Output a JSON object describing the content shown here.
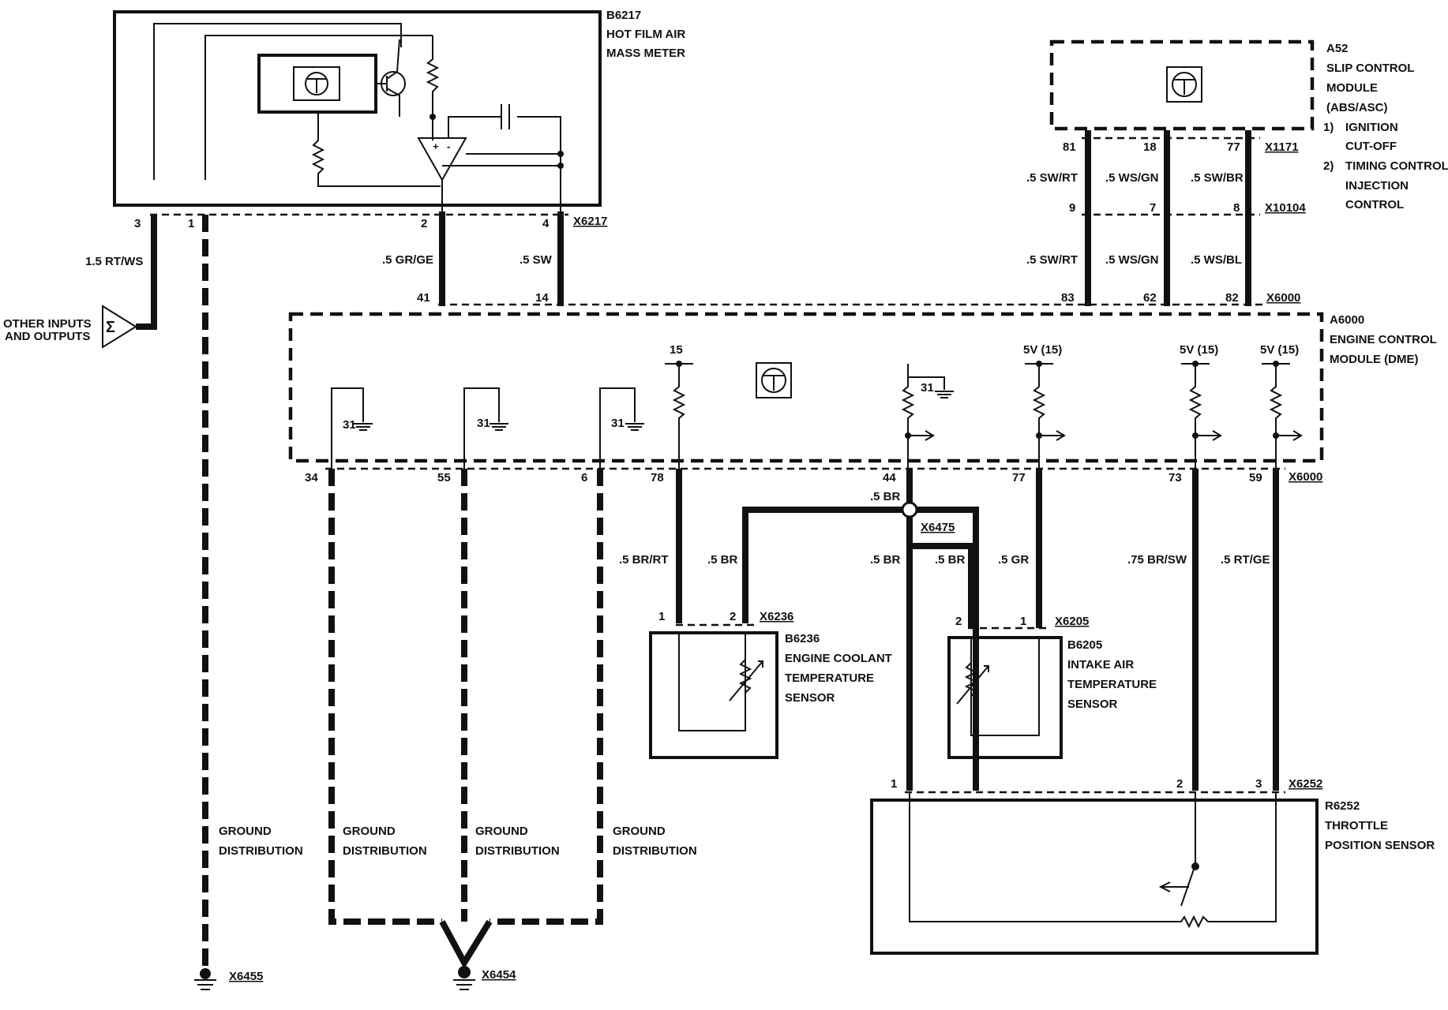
{
  "components": {
    "maf": {
      "id": "B6217",
      "name_line1": "HOT FILM AIR",
      "name_line2": "MASS METER"
    },
    "slip": {
      "id": "A52",
      "line1": "SLIP CONTROL",
      "line2": "MODULE",
      "line3": "(ABS/ASC)",
      "note1_num": "1)",
      "note1_l1": "IGNITION",
      "note1_l2": "CUT-OFF",
      "note2_num": "2)",
      "note2_l1": "TIMING CONTROL/",
      "note2_l2": "INJECTION",
      "note2_l3": "CONTROL"
    },
    "ecm": {
      "id": "A6000",
      "line1": "ENGINE CONTROL",
      "line2": "MODULE (DME)"
    },
    "coolant": {
      "id": "B6236",
      "line1": "ENGINE COOLANT",
      "line2": "TEMPERATURE",
      "line3": "SENSOR"
    },
    "intake": {
      "id": "B6205",
      "line1": "INTAKE AIR",
      "line2": "TEMPERATURE",
      "line3": "SENSOR"
    },
    "throttle": {
      "id": "R6252",
      "line1": "THROTTLE",
      "line2": "POSITION SENSOR"
    },
    "other_io": {
      "line1": "OTHER INPUTS",
      "line2": "AND OUTPUTS",
      "symbol": "Σ"
    }
  },
  "connectors": {
    "x6217": "X6217",
    "x1171": "X1171",
    "x10104": "X10104",
    "x6000_top": "X6000",
    "x6000_bottom": "X6000",
    "x6475": "X6475",
    "x6236": "X6236",
    "x6205": "X6205",
    "x6252": "X6252",
    "x6455": "X6455",
    "x6454": "X6454"
  },
  "pins": {
    "maf_3": "3",
    "maf_1": "1",
    "maf_2": "2",
    "maf_4": "4",
    "ecm_41": "41",
    "ecm_14": "14",
    "slip_81": "81",
    "slip_18": "18",
    "slip_77": "77",
    "x10104_9": "9",
    "x10104_7": "7",
    "x10104_8": "8",
    "ecm_83": "83",
    "ecm_62": "62",
    "ecm_82": "82",
    "ecm_34": "34",
    "ecm_55": "55",
    "ecm_6": "6",
    "ecm_78": "78",
    "ecm_44": "44",
    "ecm_77": "77",
    "ecm_73": "73",
    "ecm_59": "59",
    "cts_1": "1",
    "cts_2": "2",
    "iat_2": "2",
    "iat_1": "1",
    "tps_1": "1",
    "tps_2": "2",
    "tps_3": "3"
  },
  "wires": {
    "w_rtws": "1.5 RT/WS",
    "w_grge": ".5 GR/GE",
    "w_sw": ".5 SW",
    "w_swrt_a": ".5 SW/RT",
    "w_wsgn_a": ".5 WS/GN",
    "w_swbr": ".5 SW/BR",
    "w_swrt_b": ".5 SW/RT",
    "w_wsgn_b": ".5 WS/GN",
    "w_wsbl": ".5 WS/BL",
    "w_brrt": ".5 BR/RT",
    "w_br_cts": ".5 BR",
    "w_br_top": ".5 BR",
    "w_br_44": ".5 BR",
    "w_br_iat": ".5 BR",
    "w_gr": ".5 GR",
    "w_brsw": ".75 BR/SW",
    "w_rtge": ".5 RT/GE"
  },
  "ecm_internal": {
    "v15": "15",
    "v5_a": "5V (15)",
    "v5_b": "5V (15)",
    "v5_c": "5V (15)",
    "g31_a": "31",
    "g31_b": "31",
    "g31_c": "31",
    "g31_d": "31"
  },
  "ground_labels": {
    "g1_l1": "GROUND",
    "g1_l2": "DISTRIBUTION",
    "g2_l1": "GROUND",
    "g2_l2": "DISTRIBUTION",
    "g3_l1": "GROUND",
    "g3_l2": "DISTRIBUTION",
    "g4_l1": "GROUND",
    "g4_l2": "DISTRIBUTION"
  }
}
